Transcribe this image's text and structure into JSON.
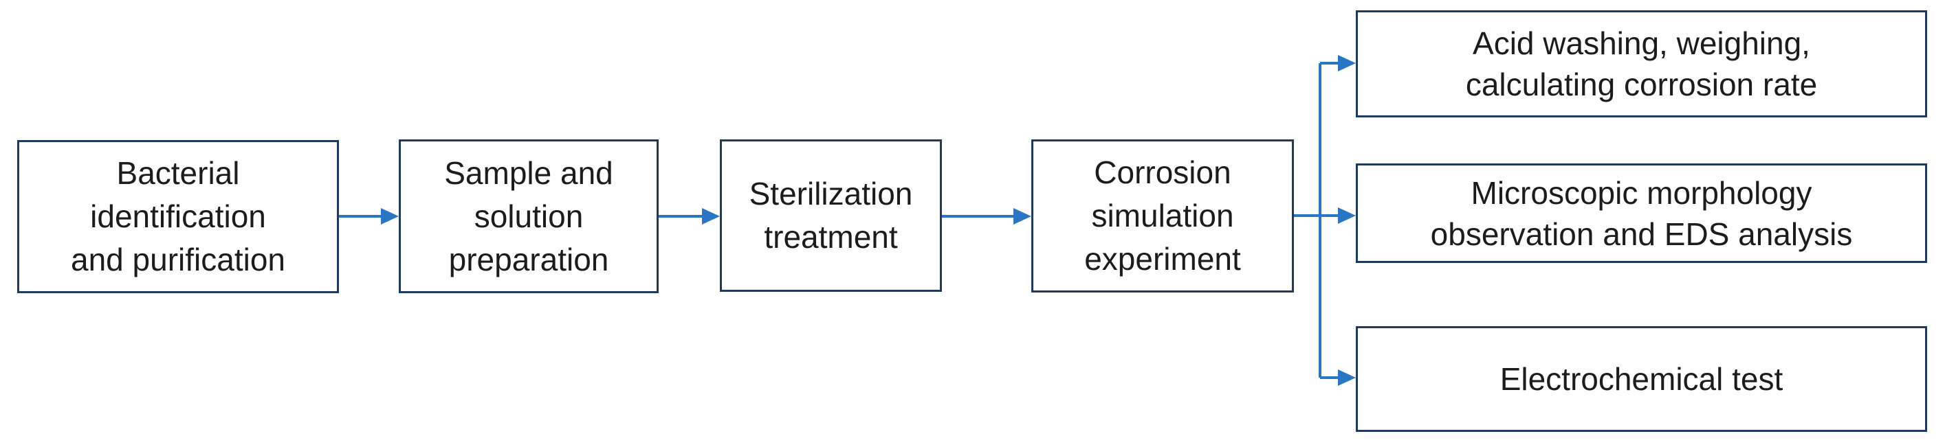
{
  "diagram": {
    "type": "flowchart",
    "colors": {
      "box_border": "#1f3a5e",
      "box_fill": "#ffffff",
      "arrow": "#2a76c6",
      "text": "#1c1c1c",
      "background": "#ffffff"
    },
    "nodes": [
      {
        "id": "bacterial-identification",
        "label": "Bacterial identification and purification",
        "lines": [
          "Bacterial",
          "identification",
          "and purification"
        ]
      },
      {
        "id": "sample-solution-preparation",
        "label": "Sample and solution preparation",
        "lines": [
          "Sample and",
          "solution",
          "preparation"
        ]
      },
      {
        "id": "sterilization-treatment",
        "label": "Sterilization treatment",
        "lines": [
          "Sterilization",
          "treatment"
        ]
      },
      {
        "id": "corrosion-simulation-experiment",
        "label": "Corrosion simulation experiment",
        "lines": [
          "Corrosion",
          "simulation",
          "experiment"
        ]
      },
      {
        "id": "acid-washing-corrosion-rate",
        "label": "Acid washing, weighing, calculating corrosion rate",
        "lines": [
          "Acid washing, weighing,",
          "calculating corrosion rate"
        ]
      },
      {
        "id": "microscopic-morphology-eds",
        "label": "Microscopic morphology observation and EDS analysis",
        "lines": [
          "Microscopic morphology",
          "observation and EDS analysis"
        ]
      },
      {
        "id": "electrochemical-test",
        "label": "Electrochemical test",
        "lines": [
          "Electrochemical test"
        ]
      }
    ],
    "edges": [
      {
        "from": "bacterial-identification",
        "to": "sample-solution-preparation"
      },
      {
        "from": "sample-solution-preparation",
        "to": "sterilization-treatment"
      },
      {
        "from": "sterilization-treatment",
        "to": "corrosion-simulation-experiment"
      },
      {
        "from": "corrosion-simulation-experiment",
        "to": "acid-washing-corrosion-rate"
      },
      {
        "from": "corrosion-simulation-experiment",
        "to": "microscopic-morphology-eds"
      },
      {
        "from": "corrosion-simulation-experiment",
        "to": "electrochemical-test"
      }
    ]
  }
}
